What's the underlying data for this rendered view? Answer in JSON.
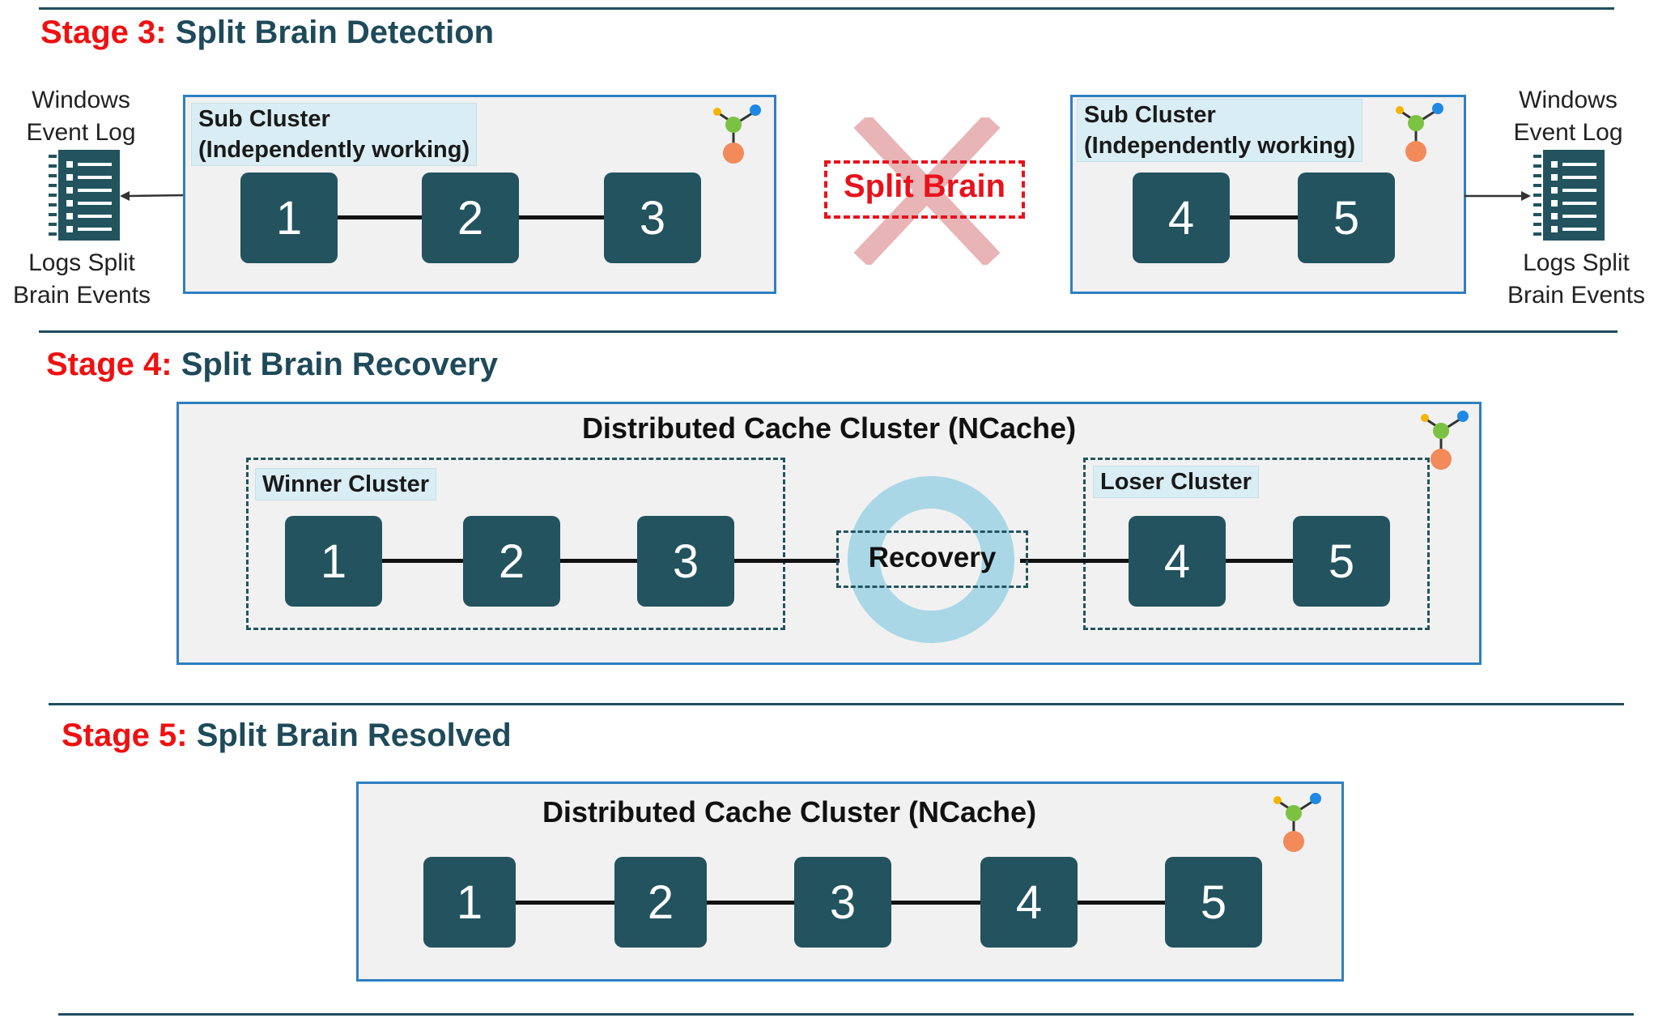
{
  "stage3": {
    "num": "Stage 3:",
    "title": "Split Brain Detection",
    "left_cluster_label": "Sub Cluster\n(Independently working)",
    "right_cluster_label": "Sub Cluster\n(Independently working)",
    "left_nodes": [
      "1",
      "2",
      "3"
    ],
    "right_nodes": [
      "4",
      "5"
    ],
    "split_brain_label": "Split Brain",
    "windows_log_left": "Windows\nEvent Log",
    "windows_log_right": "Windows\nEvent Log",
    "logs_left": "Logs Split\nBrain Events",
    "logs_right": "Logs Split\nBrain Events"
  },
  "stage4": {
    "num": "Stage 4:",
    "title": "Split Brain Recovery",
    "cluster_title": "Distributed Cache Cluster (NCache)",
    "winner_label": "Winner Cluster",
    "loser_label": "Loser Cluster",
    "winner_nodes": [
      "1",
      "2",
      "3"
    ],
    "loser_nodes": [
      "4",
      "5"
    ],
    "recovery_label": "Recovery"
  },
  "stage5": {
    "num": "Stage 5:",
    "title": "Split Brain Resolved",
    "cluster_title": "Distributed Cache Cluster (NCache)",
    "nodes": [
      "1",
      "2",
      "3",
      "4",
      "5"
    ]
  },
  "icons": {
    "cluster_icon": "network-nodes-icon",
    "log_icon": "event-log-document-icon",
    "cross_icon": "x-cross-icon",
    "recovery_icon": "recovery-ring-icon"
  },
  "colors": {
    "stage_number": "#ee1111",
    "stage_title": "#1e4a5a",
    "node_fill": "#22535f",
    "panel_border": "#2e7fc2",
    "panel_fill": "#f1f1f1",
    "split_brain_red": "#e8121c",
    "cross_pink": "#e8b4b6",
    "recovery_ring": "#a9d7e6"
  }
}
